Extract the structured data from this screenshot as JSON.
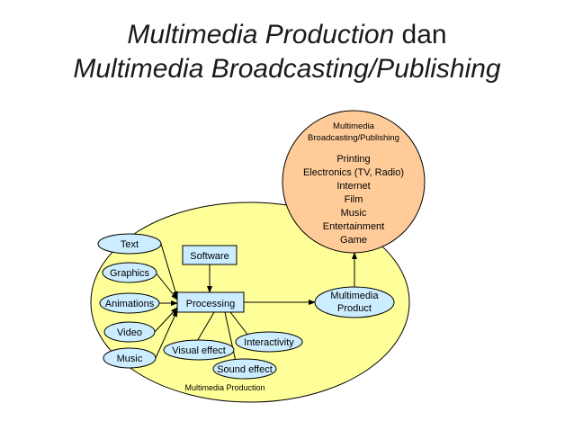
{
  "title": {
    "line1_italic": "Multimedia Production",
    "line1_rest": " dan",
    "line2_italic": "Multimedia Broadcasting/Publishing"
  },
  "production": {
    "label": "Multimedia Production",
    "inputs": [
      "Text",
      "Graphics",
      "Animations",
      "Video",
      "Music"
    ],
    "software": "Software",
    "processing": "Processing",
    "effects": [
      "Visual effect",
      "Interactivity",
      "Sound effect"
    ],
    "product": [
      "Multimedia",
      "Product"
    ]
  },
  "broadcasting": {
    "header": [
      "Multimedia",
      "Broadcasting/Publishing"
    ],
    "items": [
      "Printing",
      "Electronics (TV, Radio)",
      "Internet",
      "Film",
      "Music",
      "Entertainment",
      "Game"
    ]
  },
  "colors": {
    "production_fill": "#FFFF99",
    "broadcast_fill": "#FFCC99",
    "node_fill": "#CCECFF",
    "stroke": "#000000"
  }
}
